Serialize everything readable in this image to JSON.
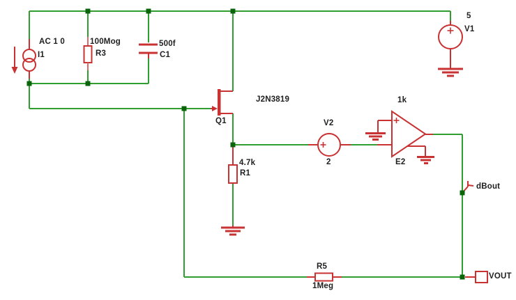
{
  "colors": {
    "wire": "#2f9e2f",
    "junction": "#0a650a",
    "component": "#c83232",
    "component_soft": "#d96a6a",
    "text": "#1f1f1f",
    "bg": "#ffffff"
  },
  "components": {
    "i1": {
      "name": "I1",
      "value": "AC 1 0",
      "type": "ac-current-source"
    },
    "r3": {
      "name": "R3",
      "value": "100Mog",
      "type": "resistor"
    },
    "c1": {
      "name": "C1",
      "value": "500f",
      "type": "capacitor"
    },
    "v1": {
      "name": "V1",
      "value": "5",
      "type": "dc-voltage-source"
    },
    "q1": {
      "name": "Q1",
      "value": "J2N3819",
      "type": "n-jfet"
    },
    "r1": {
      "name": "R1",
      "value": "4.7k",
      "type": "resistor"
    },
    "v2": {
      "name": "V2",
      "value": "2",
      "type": "dc-voltage-source"
    },
    "e2": {
      "name": "E2",
      "value": "1k",
      "type": "vcvs-gain-block"
    },
    "r5": {
      "name": "R5",
      "value": "1Meg",
      "type": "resistor"
    }
  },
  "net_labels": {
    "dbout": "dBout",
    "vout": "VOUT"
  }
}
